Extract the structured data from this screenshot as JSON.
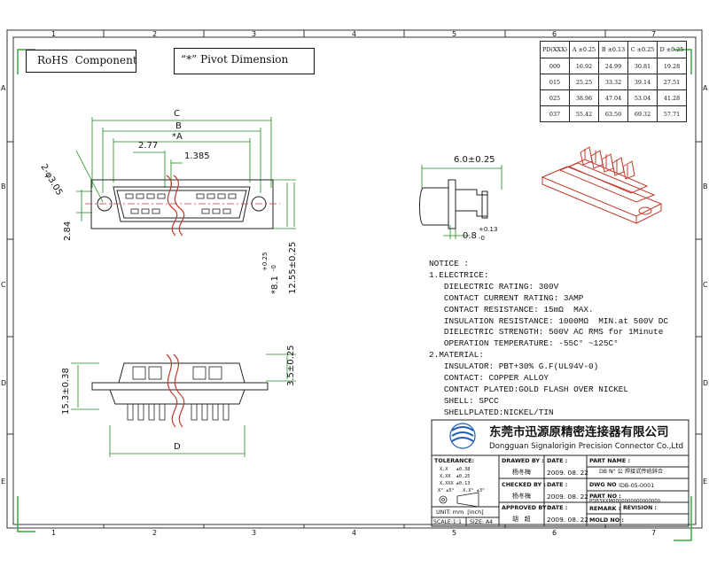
{
  "labels": {
    "rohs": "RoHS  Component",
    "pivot": "“*” Pivot Dimension"
  },
  "border": {
    "cols": [
      "1",
      "2",
      "3",
      "4",
      "5",
      "6",
      "7"
    ],
    "rows": [
      "A",
      "B",
      "C",
      "D",
      "E"
    ]
  },
  "pd_table": {
    "headers": [
      "PD(XXX)",
      "A ±0.25",
      "B ±0.13",
      "C ±0.25",
      "D ±0.25"
    ],
    "rows": [
      [
        "009",
        "16.92",
        "24.99",
        "30.81",
        "19.28"
      ],
      [
        "015",
        "25.25",
        "33.32",
        "39.14",
        "27.51"
      ],
      [
        "025",
        "38.96",
        "47.04",
        "53.04",
        "41.28"
      ],
      [
        "037",
        "55.42",
        "63.50",
        "69.32",
        "57.71"
      ]
    ]
  },
  "front_view_dims": {
    "c": "C",
    "b": "B",
    "a": "*A",
    "hole": "2-φ3.05",
    "pitch_x": "2.77",
    "pitch_half": "1.385",
    "row_offset": "2.84",
    "height_inner": "*8.1",
    "height_inner_tol_top": "+0.25",
    "height_inner_tol_bot": "-0",
    "height_outer": "12.55±0.25"
  },
  "side_view_dims": {
    "width": "6.0±0.25",
    "thickness": "0.8",
    "thickness_tol_top": "+0.13",
    "thickness_tol_bot": "-0"
  },
  "bottom_view_dims": {
    "flange": "15.3±0.38",
    "depth": "3.5±0.25",
    "d": "D"
  },
  "notes": [
    "NOTICE :",
    "1.ELECTRICE:",
    "   DIELECTRIC RATING: 300V",
    "   CONTACT CURRENT RATING: 3AMP",
    "   CONTACT RESISTANCE: 15mΩ  MAX.",
    "   INSULATION RESISTANCE: 1000MΩ  MIN.at 500V DC",
    "   DIELECTRIC STRENGTH: 500V AC RMS for 1Minute",
    "   OPERATION TEMPERATURE: -55C° ~125C°",
    "2.MATERIAL:",
    "   INSULATOR: PBT+30% G.F(UL94V-0)",
    "   CONTACT: COPPER ALLOY",
    "   CONTACT PLATED:GOLD FLASH OVER NICKEL",
    "   SHELL: SPCC",
    "   SHELLPLATED:NICKEL/TIN"
  ],
  "title_block": {
    "company_cn": "东莞市迅源原精密连接器有限公司",
    "company_en": "Dongguan Signalorigin Precision Connector Co.,Ltd",
    "tolerance_label": "TOLERANCE:",
    "tol_x": "X.X   ±0.38",
    "tol_xx": "X.XX  ±0.25",
    "tol_xxx": "X.XXX ±0.13",
    "tol_angle": "X° ±5°   X.X° ±3°",
    "unit": "UNIT: mm  [inch]",
    "scale": "SCALE:1:1",
    "size": "SIZE: A4",
    "drawed_by_label": "DRAWED BY :",
    "drawed_by": "杨冬梅",
    "checked_by_label": "CHECKED BY :",
    "checked_by": "杨冬梅",
    "approved_by_label": "APPROVED BY :",
    "approved_by": "胡   超",
    "date_label": "DATE :",
    "date1": "2009. 08. 22",
    "date2": "2009. 08. 22",
    "date3": "2009. 08. 22",
    "part_name_label": "PART NAME :",
    "part_name": "DB N° 公 焊接式传统鋅合",
    "dwg_no_label": "DWG NO :",
    "dwg_no": "DB-05-0001",
    "part_no_label": "PART NO :",
    "part_no": "PDB3XXM0000000000000000",
    "remark_label": "REMARK :",
    "revision_label": "REVISION :",
    "mold_no_label": "MOLD NO :"
  }
}
